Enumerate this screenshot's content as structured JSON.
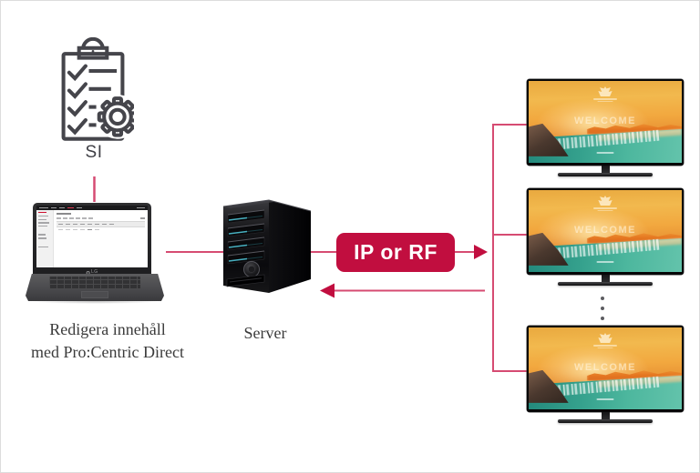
{
  "page": {
    "type": "solution-flow-diagram",
    "background": "#ffffff",
    "colors": {
      "accent_red": "#c10e3f",
      "connector_pink": "#d64b72",
      "label_text": "#3b3b3b",
      "icon_stroke": "#45454b"
    }
  },
  "si": {
    "label": "SI",
    "icon": "checklist-gear-icon"
  },
  "laptop": {
    "caption_line1": "Redigera innehåll",
    "caption_line2": "med Pro:Centric Direct",
    "logo": "LG"
  },
  "server": {
    "label": "Server"
  },
  "flow_badge": {
    "label": "IP or RF"
  },
  "flow": {
    "forward_arrow": "laptop-to-tvs",
    "return_arrow": "tvs-to-server"
  },
  "tv": {
    "screen_text": "WELCOME",
    "count_shown": 3,
    "more_indicator": "vertical-ellipsis"
  }
}
